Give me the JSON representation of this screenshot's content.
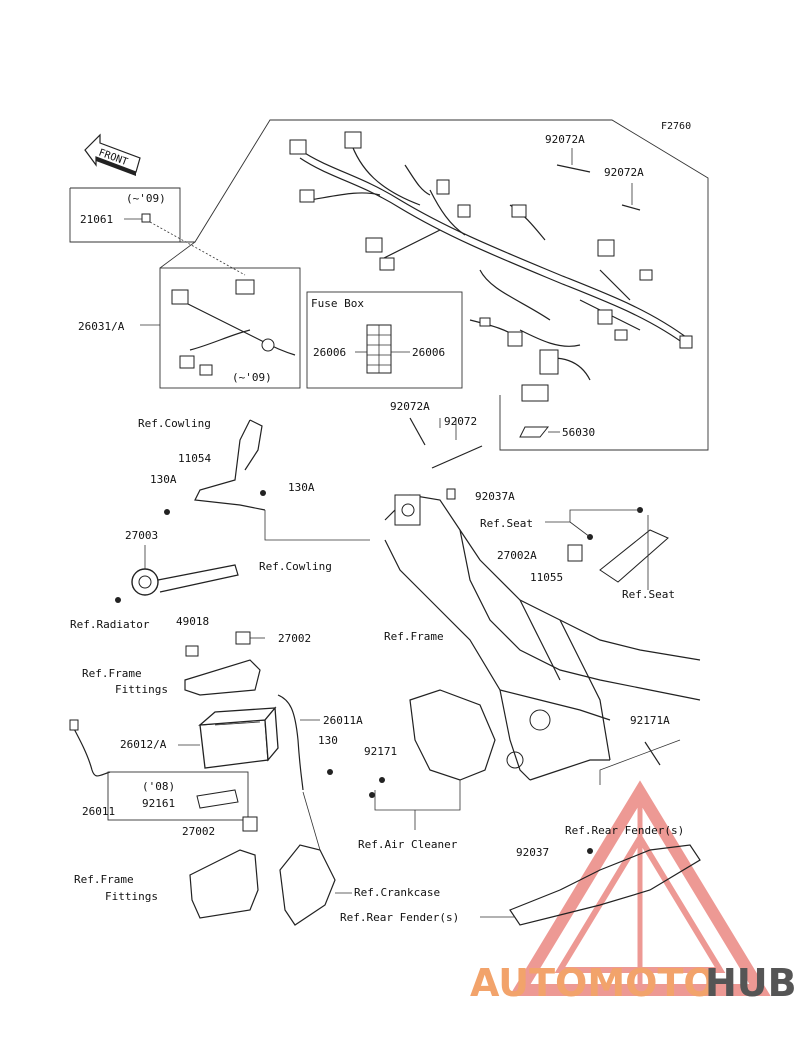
{
  "figure_code": "F2760",
  "front_arrow": "FRONT",
  "labels": {
    "p92072A_1": "92072A",
    "p92072A_2": "92072A",
    "p92072A_3": "92072A",
    "p92072": "92072",
    "p21061": "21061",
    "to09_a": "(~'09)",
    "to09_b": "(~'09)",
    "p26031A": "26031/A",
    "fuse_box": "Fuse Box",
    "p26006_l": "26006",
    "p26006_r": "26006",
    "p56030": "56030",
    "ref_cowling_1": "Ref.Cowling",
    "ref_cowling_2": "Ref.Cowling",
    "p11054": "11054",
    "p130A_1": "130A",
    "p130A_2": "130A",
    "p92037A": "92037A",
    "ref_seat_1": "Ref.Seat",
    "ref_seat_2": "Ref.Seat",
    "p27002A": "27002A",
    "p11055": "11055",
    "p27003": "27003",
    "ref_radiator": "Ref.Radiator",
    "p49018": "49018",
    "p27002_1": "27002",
    "p27002_2": "27002",
    "ref_frame": "Ref.Frame",
    "ref_frame_fittings_1a": "Ref.Frame",
    "ref_frame_fittings_1b": "Fittings",
    "ref_frame_fittings_2a": "Ref.Frame",
    "ref_frame_fittings_2b": "Fittings",
    "p26011A": "26011A",
    "p130": "130",
    "p92171": "92171",
    "p92171A": "92171A",
    "p26012A": "26012/A",
    "p08": "('08)",
    "p92161": "92161",
    "p26011": "26011",
    "ref_air_cleaner": "Ref.Air Cleaner",
    "ref_rear_fender_1": "Ref.Rear Fender(s)",
    "ref_rear_fender_2": "Ref.Rear Fender(s)",
    "p92037": "92037",
    "ref_crankcase": "Ref.Crankcase"
  },
  "watermark": {
    "part1": "AUTOMOTO",
    "part2": "HUB",
    "color_primary": "#f2a36b",
    "color_secondary": "#555555",
    "triangle_color": "#e0463e"
  }
}
